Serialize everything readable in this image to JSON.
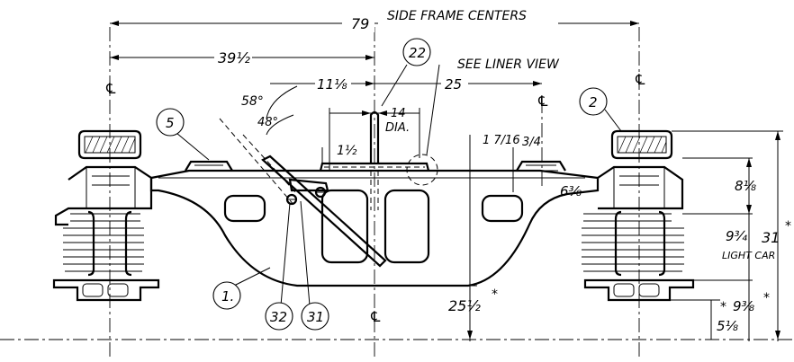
{
  "dimensions": {
    "side_frame_centers_value": "79",
    "side_frame_centers_label": "SIDE FRAME CENTERS",
    "d_39_half": "39½",
    "d_11_eighth": "11⅛",
    "d_25": "25",
    "d_58deg": "58°",
    "d_48deg": "48°",
    "d_14": "14",
    "d_dia": "DIA.",
    "d_1_half": "1½",
    "d_1_7_16": "1 7/16",
    "d_3_4": "3/4",
    "d_6_3_8": "6⅜",
    "d_8_1_8": "8⅛",
    "d_9_3_4": "9¾",
    "light_car": "LIGHT CAR",
    "d_31": "31",
    "d_25_half": "25½",
    "d_9_3_8": "9⅜",
    "d_5_1_8": "5⅛",
    "asterisk": "*"
  },
  "notes": {
    "see_liner_view": "SEE LINER VIEW"
  },
  "centerline_symbols": [
    "℄",
    "℄",
    "℄",
    "℄"
  ],
  "balloons": {
    "b1": "1.",
    "b2": "2",
    "b5": "5",
    "b22": "22",
    "b31": "31",
    "b32": "32"
  }
}
